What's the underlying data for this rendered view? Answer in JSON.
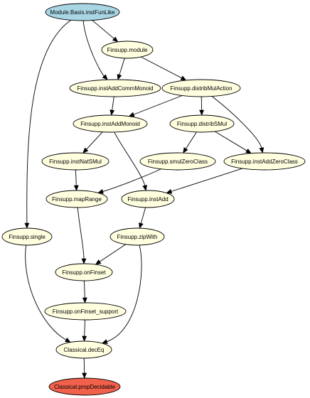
{
  "colors": {
    "root_fill": "#a9d6e5",
    "node_fill": "#ffffe0",
    "target_fill": "#f0604a",
    "stroke": "#000000"
  },
  "nodes": [
    {
      "id": "n_root",
      "label": "Module.Basis.instFunLike",
      "kind": "root"
    },
    {
      "id": "n_module",
      "label": "Finsupp.module",
      "kind": "normal"
    },
    {
      "id": "n_acm",
      "label": "Finsupp.instAddCommMonoid",
      "kind": "normal"
    },
    {
      "id": "n_dma",
      "label": "Finsupp.distribMulAction",
      "kind": "normal"
    },
    {
      "id": "n_am",
      "label": "Finsupp.instAddMonoid",
      "kind": "normal"
    },
    {
      "id": "n_dsm",
      "label": "Finsupp.distribSMul",
      "kind": "normal"
    },
    {
      "id": "n_nat",
      "label": "Finsupp.instNatSMul",
      "kind": "normal"
    },
    {
      "id": "n_szc",
      "label": "Finsupp.smulZeroClass",
      "kind": "normal"
    },
    {
      "id": "n_azc",
      "label": "Finsupp.instAddZeroClass",
      "kind": "normal"
    },
    {
      "id": "n_mr",
      "label": "Finsupp.mapRange",
      "kind": "normal"
    },
    {
      "id": "n_add",
      "label": "Finsupp.instAdd",
      "kind": "normal"
    },
    {
      "id": "n_single",
      "label": "Finsupp.single",
      "kind": "normal"
    },
    {
      "id": "n_zip",
      "label": "Finsupp.zipWith",
      "kind": "normal"
    },
    {
      "id": "n_onf",
      "label": "Finsupp.onFinset",
      "kind": "normal"
    },
    {
      "id": "n_onfs",
      "label": "Finsupp.onFinset_support",
      "kind": "normal"
    },
    {
      "id": "n_deceq",
      "label": "Classical.decEq",
      "kind": "normal"
    },
    {
      "id": "n_prop",
      "label": "Classical.propDecidable",
      "kind": "target"
    }
  ],
  "edges": [
    {
      "from": "n_root",
      "to": "n_module"
    },
    {
      "from": "n_root",
      "to": "n_acm"
    },
    {
      "from": "n_root",
      "to": "n_single"
    },
    {
      "from": "n_module",
      "to": "n_acm"
    },
    {
      "from": "n_module",
      "to": "n_dma"
    },
    {
      "from": "n_acm",
      "to": "n_am"
    },
    {
      "from": "n_dma",
      "to": "n_am"
    },
    {
      "from": "n_dma",
      "to": "n_dsm"
    },
    {
      "from": "n_dma",
      "to": "n_azc"
    },
    {
      "from": "n_am",
      "to": "n_nat"
    },
    {
      "from": "n_am",
      "to": "n_add"
    },
    {
      "from": "n_dsm",
      "to": "n_szc"
    },
    {
      "from": "n_dsm",
      "to": "n_azc"
    },
    {
      "from": "n_nat",
      "to": "n_mr"
    },
    {
      "from": "n_szc",
      "to": "n_mr"
    },
    {
      "from": "n_azc",
      "to": "n_add"
    },
    {
      "from": "n_mr",
      "to": "n_onf"
    },
    {
      "from": "n_add",
      "to": "n_zip"
    },
    {
      "from": "n_zip",
      "to": "n_onf"
    },
    {
      "from": "n_zip",
      "to": "n_deceq"
    },
    {
      "from": "n_single",
      "to": "n_deceq"
    },
    {
      "from": "n_onf",
      "to": "n_onfs"
    },
    {
      "from": "n_onfs",
      "to": "n_deceq"
    },
    {
      "from": "n_deceq",
      "to": "n_prop"
    }
  ]
}
